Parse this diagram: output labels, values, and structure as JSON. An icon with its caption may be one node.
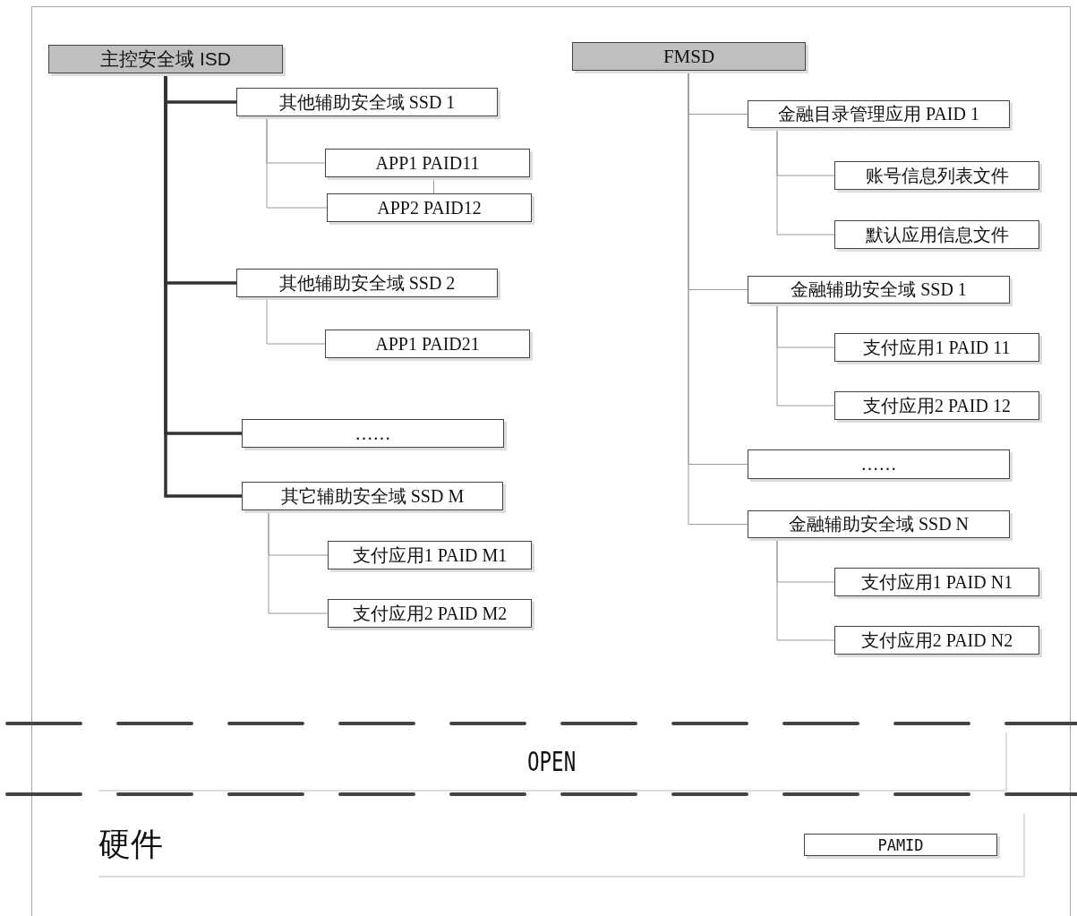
{
  "diagram": {
    "nodes": [
      {
        "text": [
          "主控安全域 ISD"
        ]
      },
      {
        "text": [
          "其他辅助安全域 SSD 1"
        ]
      },
      {
        "text": [
          "APP1 PAID11"
        ]
      },
      {
        "text": [
          "APP2 PAID12"
        ]
      },
      {
        "text": [
          "其他辅助安全域 SSD 2"
        ]
      },
      {
        "text": [
          "APP1 PAID21"
        ]
      },
      {
        "text": [
          "……"
        ]
      },
      {
        "text": [
          "其它辅助安全域 SSD M"
        ]
      },
      {
        "text": [
          "支付应用1 PAID M1"
        ]
      },
      {
        "text": [
          "支付应用2 PAID M2"
        ]
      },
      {
        "text": [
          "FMSD"
        ]
      },
      {
        "text": [
          "金融目录管理应用 PAID 1"
        ]
      },
      {
        "text": [
          "账号信息列表文件"
        ]
      },
      {
        "text": [
          "默认应用信息文件"
        ]
      },
      {
        "text": [
          "金融辅助安全域 SSD 1"
        ]
      },
      {
        "text": [
          "支付应用1 PAID 11"
        ]
      },
      {
        "text": [
          "支付应用2 PAID 12"
        ]
      },
      {
        "text": [
          "……"
        ]
      },
      {
        "text": [
          "金融辅助安全域 SSD N"
        ]
      },
      {
        "text": [
          "支付应用1 PAID N1"
        ]
      },
      {
        "text": [
          "支付应用2 PAID N2"
        ]
      },
      {
        "text": [
          "OPEN"
        ]
      },
      {
        "text": [
          "硬件"
        ]
      },
      {
        "text": [
          "PAMID"
        ],
        "in": 22
      }
    ],
    "edges": [
      {
        "from": 0,
        "to": 1,
        "arrow": "none",
        "style": "thick",
        "color": "#333333"
      },
      {
        "from": 1,
        "to": 2,
        "arrow": "none"
      },
      {
        "from": 1,
        "to": 3,
        "arrow": "none"
      },
      {
        "from": 2,
        "to": 3,
        "arrow": "none"
      },
      {
        "from": 0,
        "to": 4,
        "arrow": "none",
        "style": "thick",
        "color": "#333333"
      },
      {
        "from": 4,
        "to": 5,
        "arrow": "none"
      },
      {
        "from": 0,
        "to": 6,
        "arrow": "none",
        "style": "thick",
        "color": "#333333"
      },
      {
        "from": 0,
        "to": 7,
        "arrow": "none",
        "style": "thick",
        "color": "#333333"
      },
      {
        "from": 7,
        "to": 8,
        "arrow": "none"
      },
      {
        "from": 7,
        "to": 9,
        "arrow": "none"
      },
      {
        "from": 10,
        "to": 11,
        "arrow": "none"
      },
      {
        "from": 11,
        "to": 12,
        "arrow": "none"
      },
      {
        "from": 11,
        "to": 13,
        "arrow": "none"
      },
      {
        "from": 10,
        "to": 14,
        "arrow": "none"
      },
      {
        "from": 14,
        "to": 15,
        "arrow": "none"
      },
      {
        "from": 14,
        "to": 16,
        "arrow": "none"
      },
      {
        "from": 10,
        "to": 17,
        "arrow": "none"
      },
      {
        "from": 10,
        "to": 18,
        "arrow": "none"
      },
      {
        "from": 18,
        "to": 19,
        "arrow": "none"
      },
      {
        "from": 18,
        "to": 20,
        "arrow": "none"
      }
    ]
  }
}
